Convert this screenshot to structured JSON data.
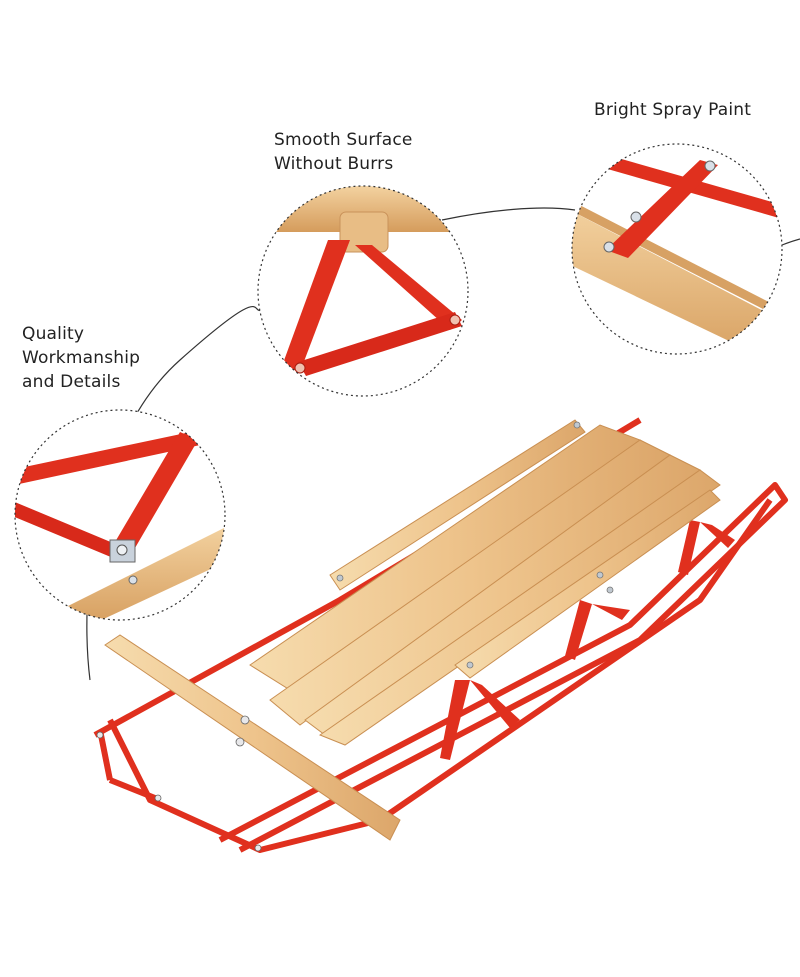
{
  "callouts": {
    "smooth_surface": "Smooth Surface\nWithout Burrs",
    "bright_paint": "Bright Spray Paint",
    "quality": "Quality\nWorkmanship\nand Details"
  },
  "colors": {
    "frame_red": "#e0301e",
    "frame_red_dark": "#b8200f",
    "wood_light": "#f3d4a0",
    "wood_mid": "#e6b878",
    "wood_dark": "#c98f52",
    "connector_line": "#333333"
  }
}
